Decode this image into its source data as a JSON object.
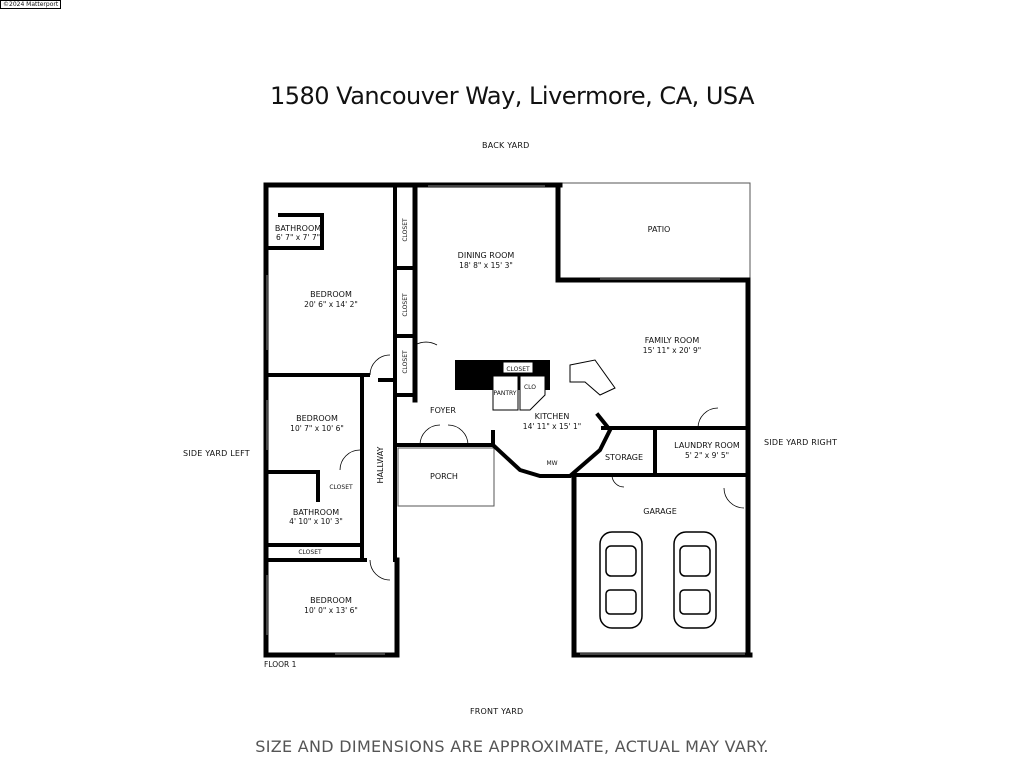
{
  "header": {
    "logo_text": "©2024 Matterport",
    "title": "1580 Vancouver Way, Livermore, CA, USA"
  },
  "yards": {
    "back": "BACK YARD",
    "front": "FRONT YARD",
    "left": "SIDE YARD LEFT",
    "right": "SIDE YARD RIGHT"
  },
  "floor_label": "FLOOR 1",
  "rooms": {
    "bathroom_master": {
      "label": "BATHROOM",
      "dims": "6' 7\" x 7' 7\""
    },
    "bedroom_master": {
      "label": "BEDROOM",
      "dims": "20' 6\" x 14' 2\""
    },
    "bedroom_2": {
      "label": "BEDROOM",
      "dims": "10' 7\" x 10' 6\""
    },
    "bathroom_2": {
      "label": "BATHROOM",
      "dims": "4' 10\" x 10' 3\""
    },
    "bedroom_3": {
      "label": "BEDROOM",
      "dims": "10' 0\" x 13' 6\""
    },
    "dining": {
      "label": "DINING ROOM",
      "dims": "18' 8\" x 15' 3\""
    },
    "patio": {
      "label": "PATIO"
    },
    "family": {
      "label": "FAMILY ROOM",
      "dims": "15' 11\" x 20' 9\""
    },
    "kitchen": {
      "label": "KITCHEN",
      "dims": "14' 11\" x 15' 1\""
    },
    "foyer": {
      "label": "FOYER"
    },
    "porch": {
      "label": "PORCH"
    },
    "hallway": {
      "label": "HALLWAY"
    },
    "storage": {
      "label": "STORAGE"
    },
    "laundry": {
      "label": "LAUNDRY ROOM",
      "dims": "5' 2\" x 9' 5\""
    },
    "garage": {
      "label": "GARAGE"
    }
  },
  "small_labels": {
    "closet": "CLOSET",
    "clo": "CLO",
    "pantry": "PANTRY",
    "mw": "MW"
  },
  "disclaimer": "SIZE AND DIMENSIONS ARE APPROXIMATE, ACTUAL MAY VARY."
}
